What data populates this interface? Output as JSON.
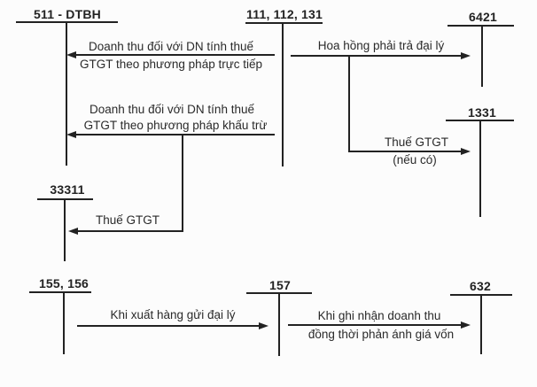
{
  "accounts": {
    "a511": "511 - DTBH",
    "a111": "111, 112, 131",
    "a6421": "6421",
    "a1331": "1331",
    "a33311": "33311",
    "a155": "155, 156",
    "a157": "157",
    "a632": "632"
  },
  "flows": {
    "direct_line1": "Doanh thu đối với DN tính thuế",
    "direct_line2": "GTGT theo phương pháp trực tiếp",
    "deduct_line1": "Doanh thu đối với DN tính thuế",
    "deduct_line2": "GTGT theo phương pháp khấu trừ",
    "commission": "Hoa hồng phải trả đại lý",
    "vat_1331_line1": "Thuế GTGT",
    "vat_1331_line2": "(nếu có)",
    "vat_33311": "Thuế GTGT",
    "ship": "Khi xuất hàng gửi đại lý",
    "revenue_line1": "Khi ghi nhận doanh thu",
    "revenue_line2": "đồng thời phản ánh giá vốn"
  },
  "colors": {
    "ink": "#222222",
    "background": "#fcfcfc"
  }
}
